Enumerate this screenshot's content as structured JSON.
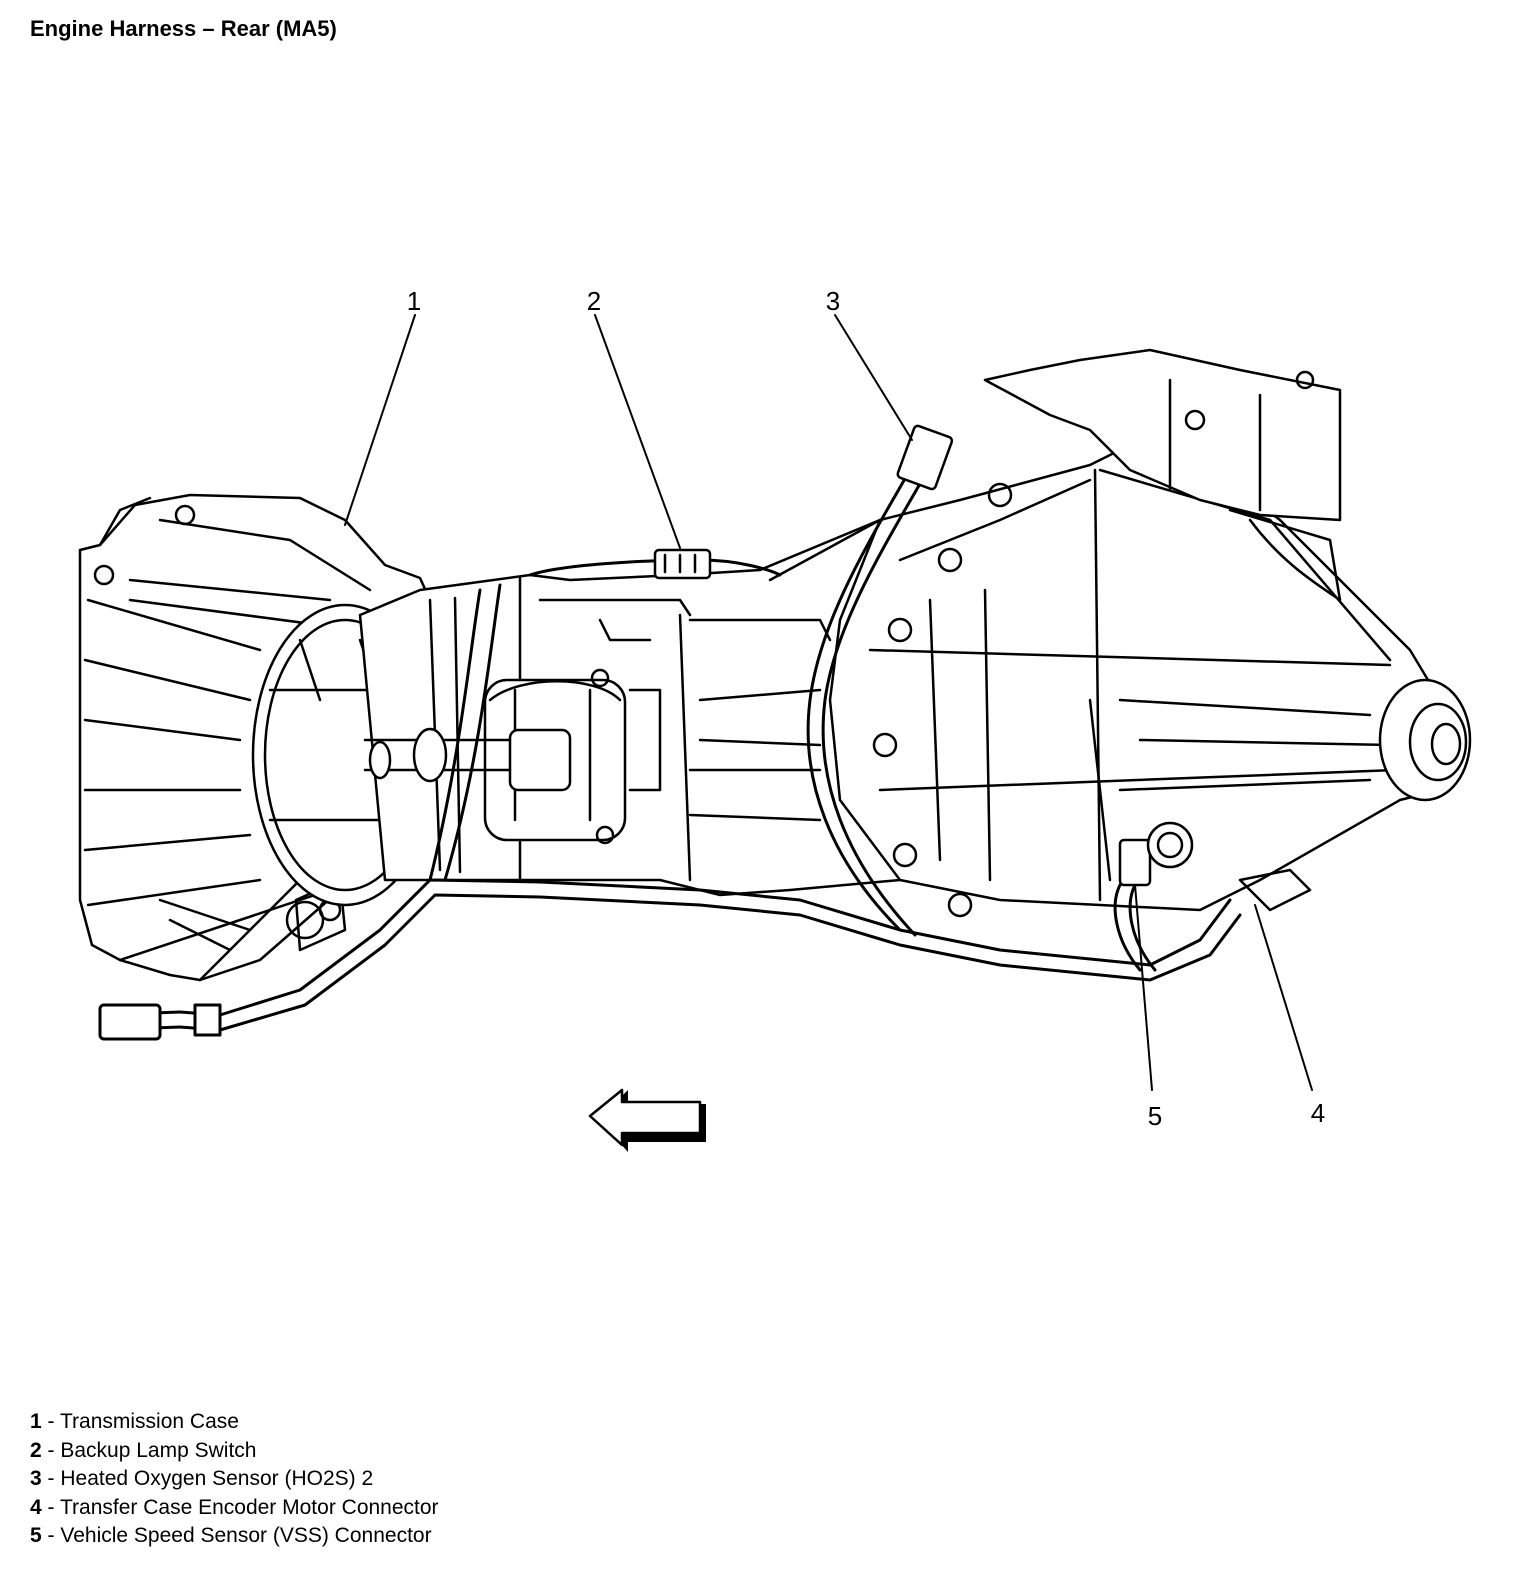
{
  "title": "Engine Harness – Rear (MA5)",
  "callouts": [
    {
      "number": "1",
      "label": "Transmission Case"
    },
    {
      "number": "2",
      "label": "Backup Lamp Switch"
    },
    {
      "number": "3",
      "label": "Heated Oxygen Sensor (HO2S) 2"
    },
    {
      "number": "4",
      "label": "Transfer Case Encoder Motor Connector"
    },
    {
      "number": "5",
      "label": "Vehicle Speed Sensor (VSS) Connector"
    }
  ],
  "legend_separator": " - ",
  "direction_arrow": "left-arrow-icon"
}
